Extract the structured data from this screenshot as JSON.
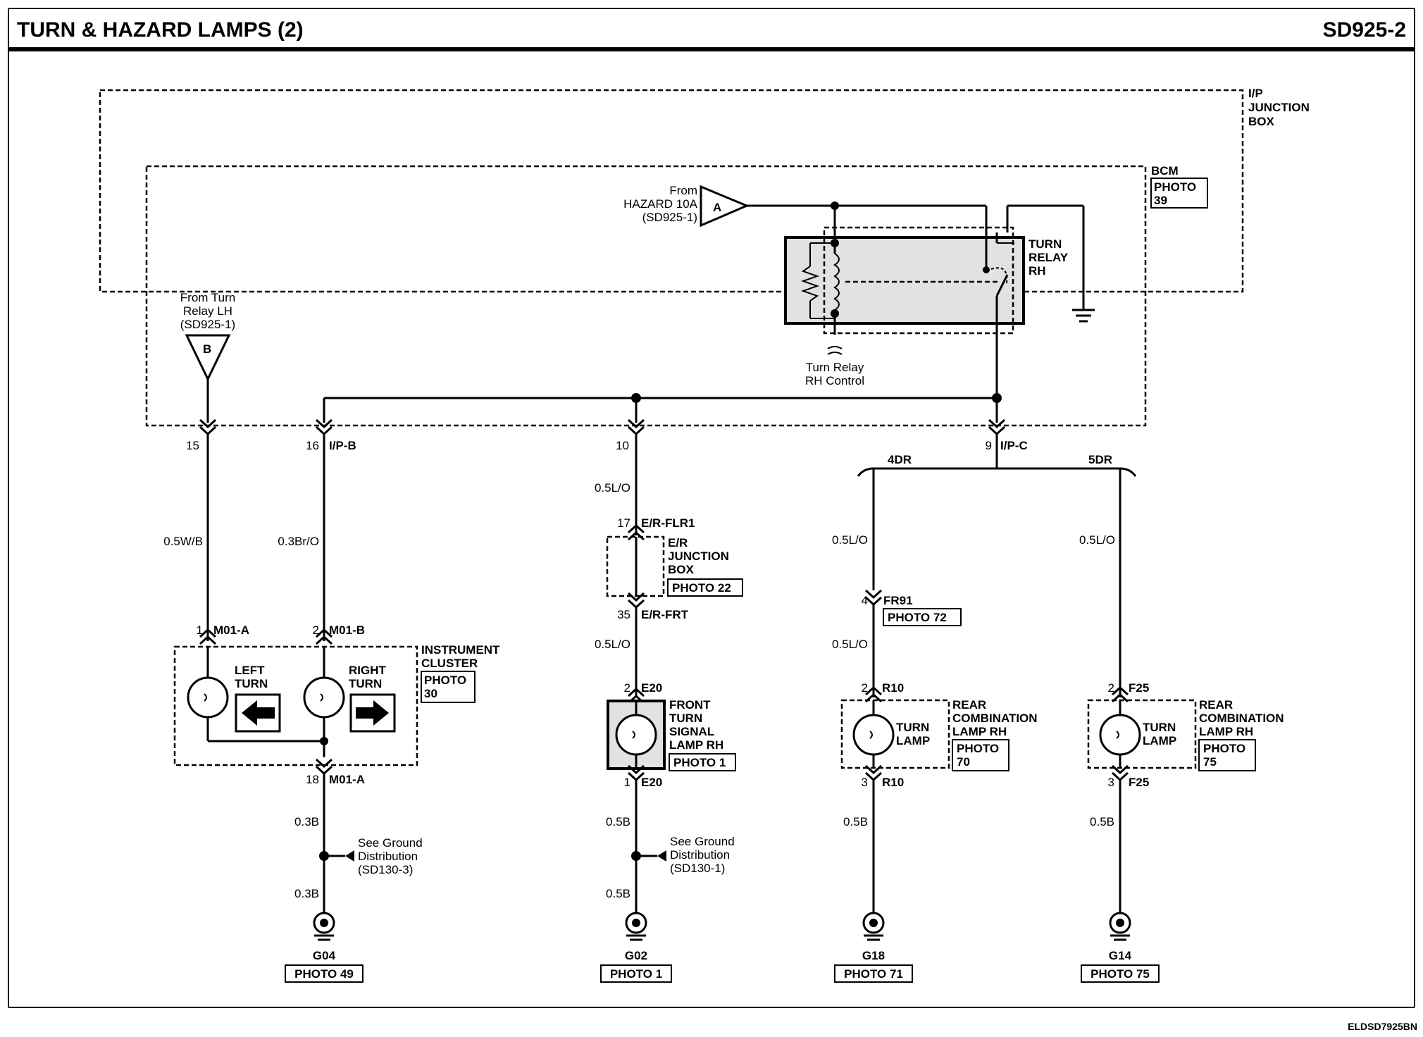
{
  "header": {
    "title": "TURN & HAZARD LAMPS (2)",
    "code": "SD925-2"
  },
  "footer": {
    "code": "ELDSD7925BN"
  },
  "ip_junction_box": {
    "line1": "I/P",
    "line2": "JUNCTION",
    "line3": "BOX"
  },
  "bcm": {
    "label": "BCM",
    "photo_l1": "PHOTO",
    "photo_l2": "39"
  },
  "hazard_input": {
    "letter": "A",
    "line1": "From",
    "line2": "HAZARD 10A",
    "line3": "(SD925-1)"
  },
  "relay_lh_input": {
    "letter": "B",
    "line1": "From Turn",
    "line2": "Relay LH",
    "line3": "(SD925-1)"
  },
  "turn_relay": {
    "line1": "TURN",
    "line2": "RELAY",
    "line3": "RH",
    "control1": "Turn Relay",
    "control2": "RH Control"
  },
  "pins": {
    "p15": "15",
    "p16": "16",
    "ipb": "I/P-B",
    "p10": "10",
    "p9": "9",
    "ipc": "I/P-C"
  },
  "branches": {
    "dr4": "4DR",
    "dr5": "5DR"
  },
  "wires": {
    "w15": "0.5W/B",
    "w16": "0.3Br/O",
    "w10a": "0.5L/O",
    "w10b": "0.5L/O",
    "w4a": "0.5L/O",
    "w4b": "0.5L/O",
    "w5": "0.5L/O",
    "g04a": "0.3B",
    "g04b": "0.3B",
    "g02a": "0.5B",
    "g02b": "0.5B",
    "g18": "0.5B",
    "g14": "0.5B"
  },
  "instrument_cluster": {
    "line1": "INSTRUMENT",
    "line2": "CLUSTER",
    "photo_l1": "PHOTO",
    "photo_l2": "30",
    "left1": "LEFT",
    "left2": "TURN",
    "right1": "RIGHT",
    "right2": "TURN",
    "pin1": "1",
    "conn1": "M01-A",
    "pin2": "2",
    "conn2": "M01-B",
    "pin18": "18",
    "conn18": "M01-A"
  },
  "er_junction": {
    "pin17": "17",
    "conn17": "E/R-FLR1",
    "pin35": "35",
    "conn35": "E/R-FRT",
    "line1": "E/R",
    "line2": "JUNCTION",
    "line3": "BOX",
    "photo": "PHOTO 22"
  },
  "front_lamp": {
    "pin2": "2",
    "conn2": "E20",
    "pin1": "1",
    "conn1": "E20",
    "line1": "FRONT",
    "line2": "TURN",
    "line3": "SIGNAL",
    "line4": "LAMP RH",
    "photo": "PHOTO 1"
  },
  "fr91": {
    "pin": "4",
    "conn": "FR91",
    "photo": "PHOTO 72"
  },
  "rear_lamp_4dr": {
    "pin2": "2",
    "conn2": "R10",
    "pin3": "3",
    "conn3": "R10",
    "inner1": "TURN",
    "inner2": "LAMP",
    "line1": "REAR",
    "line2": "COMBINATION",
    "line3": "LAMP RH",
    "photo_l1": "PHOTO",
    "photo_l2": "70"
  },
  "rear_lamp_5dr": {
    "pin2": "2",
    "conn2": "F25",
    "pin3": "3",
    "conn3": "F25",
    "inner1": "TURN",
    "inner2": "LAMP",
    "line1": "REAR",
    "line2": "COMBINATION",
    "line3": "LAMP RH",
    "photo_l1": "PHOTO",
    "photo_l2": "75"
  },
  "ground_notes": {
    "left": {
      "l1": "See Ground",
      "l2": "Distribution",
      "l3": "(SD130-3)"
    },
    "mid": {
      "l1": "See Ground",
      "l2": "Distribution",
      "l3": "(SD130-1)"
    }
  },
  "grounds": {
    "g04": {
      "name": "G04",
      "photo": "PHOTO 49"
    },
    "g02": {
      "name": "G02",
      "photo": "PHOTO 1"
    },
    "g18": {
      "name": "G18",
      "photo": "PHOTO 71"
    },
    "g14": {
      "name": "G14",
      "photo": "PHOTO 75"
    }
  }
}
